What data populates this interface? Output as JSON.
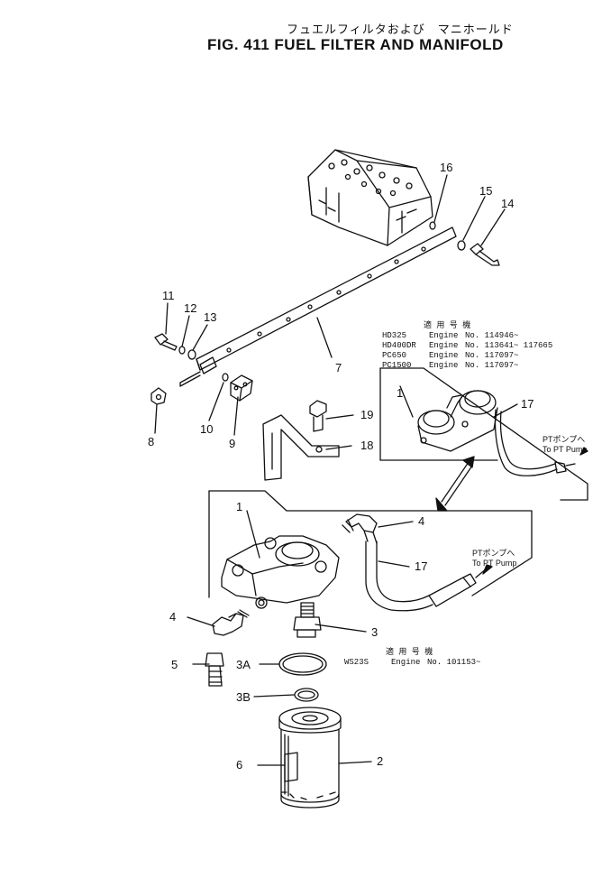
{
  "title_jp": "フュエルフィルタおよび　マニホールド",
  "title_en": "FIG. 411  FUEL FILTER AND MANIFOLD",
  "callouts": [
    "16",
    "15",
    "14",
    "11",
    "12",
    "13",
    "7",
    "8",
    "10",
    "9",
    "19",
    "18",
    "1",
    "17",
    "4",
    "17",
    "4",
    "5",
    "3",
    "3A",
    "3B",
    "6",
    "2",
    "1"
  ],
  "applicability_upper": {
    "header": "適 用 号 機",
    "rows": [
      {
        "model": "HD325",
        "engine": "Engine",
        "no": "No. 114946~"
      },
      {
        "model": "HD400DR",
        "engine": "Engine",
        "no": "No. 113641~ 117665"
      },
      {
        "model": "PC650",
        "engine": "Engine",
        "no": "No. 117097~"
      },
      {
        "model": "PC1500",
        "engine": "Engine",
        "no": "No. 117097~"
      }
    ]
  },
  "applicability_lower": {
    "header": "適 用 号 機",
    "rows": [
      {
        "model": "WS23S",
        "engine": "Engine",
        "no": "No. 101153~"
      }
    ]
  },
  "pt_pump_upper": {
    "jp": "PTポンプへ",
    "en": "To PT Pump"
  },
  "pt_pump_lower": {
    "jp": "PTポンプへ",
    "en": "To PT Pump"
  }
}
